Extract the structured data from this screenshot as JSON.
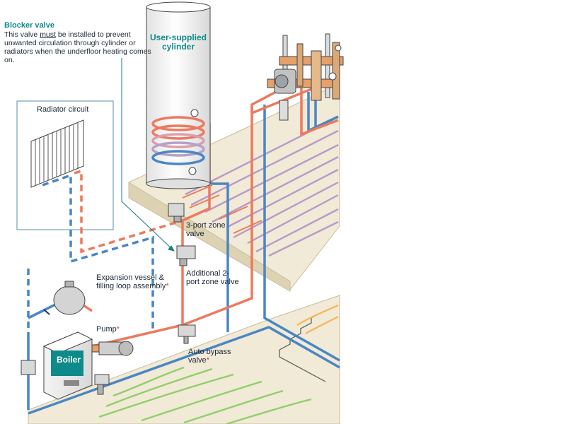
{
  "blocker_valve": {
    "title": "Blocker valve",
    "text_before": "This valve ",
    "text_emphasis": "must",
    "text_after": " be installed to prevent unwanted circulation through cylinder or radiators when the underfloor heating comes on."
  },
  "labels": {
    "cylinder": "User-supplied cylinder",
    "radiator_circuit": "Radiator circuit",
    "zone3_valve": "3-port zone valve",
    "zone2_valve": "Additional 2-port zone valve",
    "expansion": "Expansion vessel & filling loop assembly",
    "pump": "Pump",
    "bypass": "Auto bypass valve",
    "boiler": "Boiler",
    "marker": "*"
  },
  "colors": {
    "flow_pipe": "#ec7a5e",
    "return_pipe": "#4a86c4",
    "accent_text": "#0e8a8a",
    "floor_loop_purple": "#b89ac8",
    "floor_loop_green": "#8fcf6a",
    "floor_loop_orange": "#f4b860",
    "floor_surface": "#f1ead6"
  }
}
